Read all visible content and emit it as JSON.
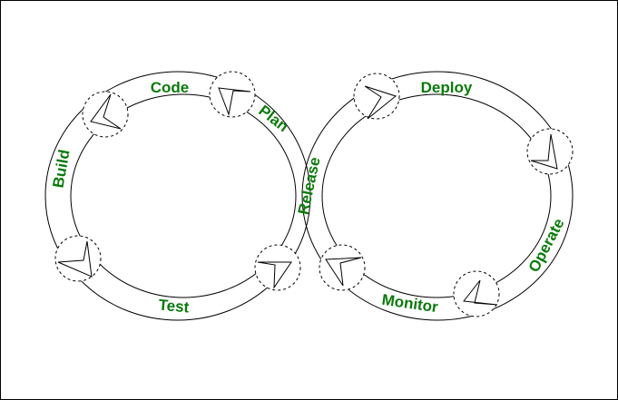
{
  "diagram": {
    "title": "DevOps Lifecycle",
    "label_color": "#0a7a0a",
    "left_loop": {
      "stages": [
        "Code",
        "Plan",
        "Build",
        "Test"
      ]
    },
    "crossover_stage": "Release",
    "right_loop": {
      "stages": [
        "Deploy",
        "Operate",
        "Monitor"
      ]
    },
    "labels": {
      "code": "Code",
      "plan": "Plan",
      "build": "Build",
      "test": "Test",
      "release": "Release",
      "deploy": "Deploy",
      "operate": "Operate",
      "monitor": "Monitor"
    },
    "nodes": [
      {
        "id": "left-top-left",
        "icon": "direction-arrow-icon"
      },
      {
        "id": "left-top-right",
        "icon": "direction-arrow-icon"
      },
      {
        "id": "left-bottom-left",
        "icon": "direction-arrow-icon"
      },
      {
        "id": "left-bottom-right",
        "icon": "direction-arrow-icon"
      },
      {
        "id": "right-top-left",
        "icon": "direction-arrow-icon"
      },
      {
        "id": "right-right",
        "icon": "direction-arrow-icon"
      },
      {
        "id": "right-bottom-left",
        "icon": "direction-arrow-icon"
      },
      {
        "id": "right-bottom-right",
        "icon": "direction-arrow-icon"
      }
    ]
  }
}
